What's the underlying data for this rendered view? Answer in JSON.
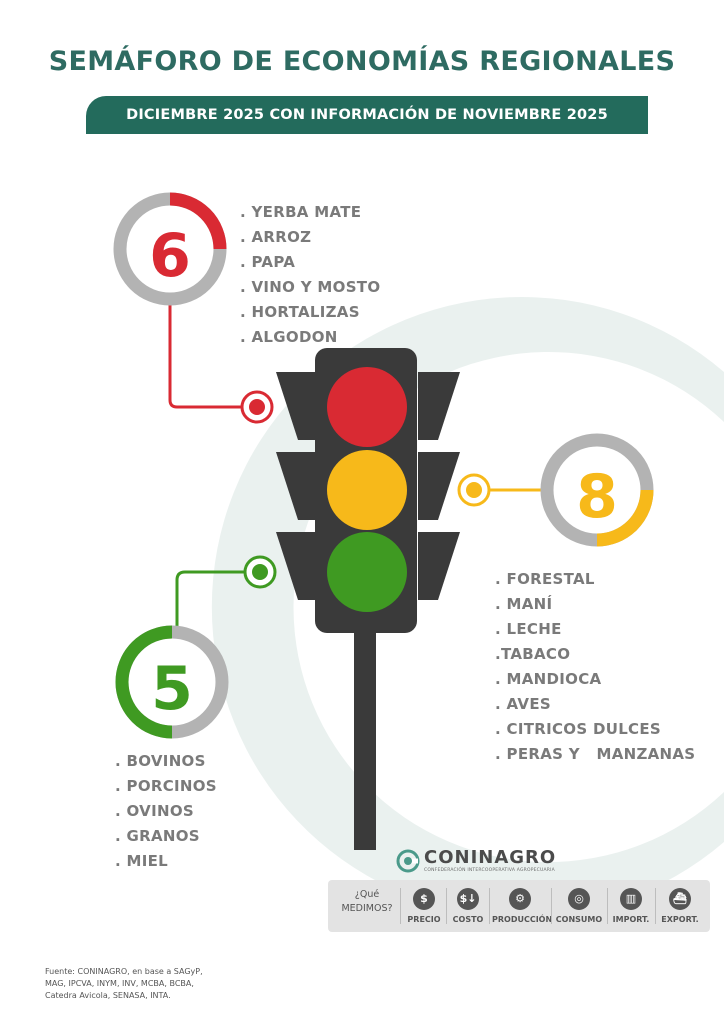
{
  "title": "SEMÁFORO DE ECONOMÍAS REGIONALES",
  "subtitle": "DICIEMBRE  2025 CON INFORMACIÓN DE NOVIEMBRE 2025",
  "colors": {
    "red": "#d92a33",
    "yellow": "#f7b91a",
    "green": "#3f9a22",
    "teal": "#236b5c",
    "ring_gray": "#b3b3b3",
    "text_gray": "#7a7a7a"
  },
  "groups": {
    "red": {
      "count": "6",
      "ring_fraction": 0.25,
      "items": [
        ". YERBA MATE",
        ". ARROZ",
        ". PAPA",
        ". VINO Y MOSTO",
        ". HORTALIZAS",
        ". ALGODON"
      ]
    },
    "yellow": {
      "count": "8",
      "ring_fraction": 0.25,
      "items": [
        ". FORESTAL",
        ". MANÍ",
        ". LECHE",
        ".TABACO",
        ". MANDIOCA",
        ". AVES",
        ". CITRICOS DULCES",
        ". PERAS Y   MANZANAS"
      ]
    },
    "green": {
      "count": "5",
      "ring_fraction": 0.5,
      "items": [
        ". BOVINOS",
        ". PORCINOS",
        ". OVINOS",
        ". GRANOS",
        ". MIEL"
      ]
    }
  },
  "brand": {
    "name": "CONINAGRO",
    "tagline": "CONFEDERACIÓN INTERCOOPERATIVA AGROPECUARIA",
    "logo_icon": "coninagro-logo-icon"
  },
  "measures": {
    "question": "¿Qué MEDIMOS?",
    "items": [
      {
        "icon": "dollar-coin-icon",
        "glyph": "$",
        "label": "PRECIO"
      },
      {
        "icon": "cost-coin-icon",
        "glyph": "$↓",
        "label": "COSTO"
      },
      {
        "icon": "gear-icon",
        "glyph": "⚙",
        "label": "PRODUCCIÓN"
      },
      {
        "icon": "basket-icon",
        "glyph": "◎",
        "label": "CONSUMO"
      },
      {
        "icon": "container-icon",
        "glyph": "▥",
        "label": "IMPORT."
      },
      {
        "icon": "ship-icon",
        "glyph": "⛴",
        "label": "EXPORT."
      }
    ]
  },
  "source": "Fuente: CONINAGRO, en base a SAGyP, MAG, IPCVA, INYM, INV, MCBA, BCBA, Catedra Avicola, SENASA, INTA."
}
